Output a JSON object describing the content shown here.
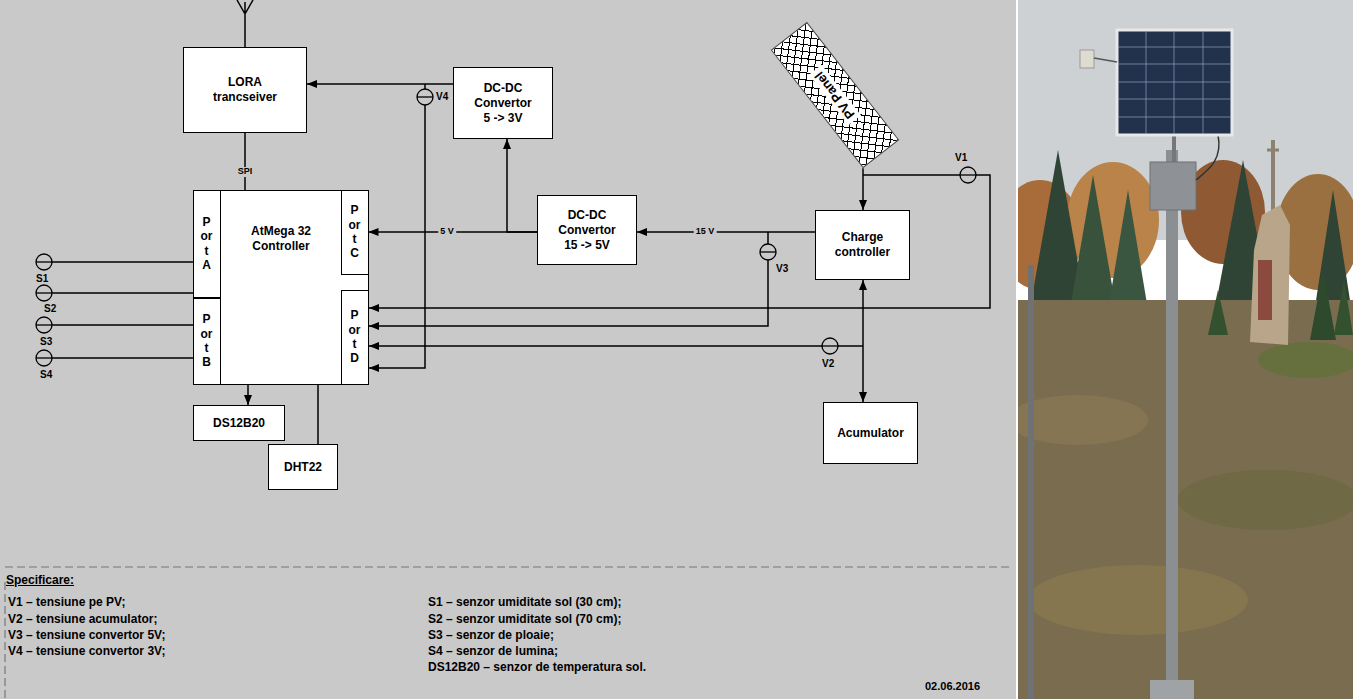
{
  "diagram": {
    "nodes": [
      {
        "text": [
          "LORA trancseiver"
        ]
      },
      {
        "text": [
          "DC-DC Convertor 5 -> 3V"
        ]
      },
      {
        "text": [
          "PV Panel"
        ]
      },
      {
        "text": [
          "AtMega 32 Controller"
        ]
      },
      {
        "text": [
          "Port A"
        ],
        "in": 3
      },
      {
        "text": [
          "Port B"
        ],
        "in": 3
      },
      {
        "text": [
          "Port C"
        ],
        "in": 3
      },
      {
        "text": [
          "Port D"
        ],
        "in": 3
      },
      {
        "text": [
          "DC-DC Convertor 15 -> 5V"
        ]
      },
      {
        "text": [
          "Charge controller"
        ]
      },
      {
        "text": [
          "Acumulator"
        ]
      },
      {
        "text": [
          "DS12B20"
        ]
      },
      {
        "text": [
          "DHT22"
        ]
      }
    ],
    "edges": [
      {
        "from": 1,
        "to": 0,
        "arrow": "to"
      },
      {
        "from": 0,
        "to": 3,
        "label": "SPI",
        "arrow": "none"
      },
      {
        "from": 8,
        "to": 6,
        "label": "5 V",
        "arrow": "to"
      },
      {
        "from": 8,
        "to": 1,
        "arrow": "to"
      },
      {
        "from": 9,
        "to": 8,
        "label": "15 V",
        "arrow": "to"
      },
      {
        "from": 2,
        "to": 9,
        "arrow": "to"
      },
      {
        "from": 9,
        "to": 10,
        "arrow": "both"
      },
      {
        "from": 3,
        "to": 11,
        "arrow": "to"
      },
      {
        "from": 3,
        "to": 12,
        "arrow": "none"
      }
    ],
    "labels": [
      "V4",
      "V1",
      "V3",
      "V2",
      "S1",
      "S2",
      "S3",
      "S4",
      "Specificare:",
      "V1 – tensiune pe PV;",
      "V2 – tensiune acumulator;",
      "V3 – tensiune convertor 5V;",
      "V4 – tensiune convertor 3V;",
      "S1 – senzor umiditate sol (30 cm);",
      "S2 – senzor umiditate sol (70 cm);",
      "S3 – senzor de ploaie;",
      "S4 – senzor de lumina;",
      "DS12B20 – senzor de temperatura sol.",
      "02.06.2016"
    ]
  }
}
